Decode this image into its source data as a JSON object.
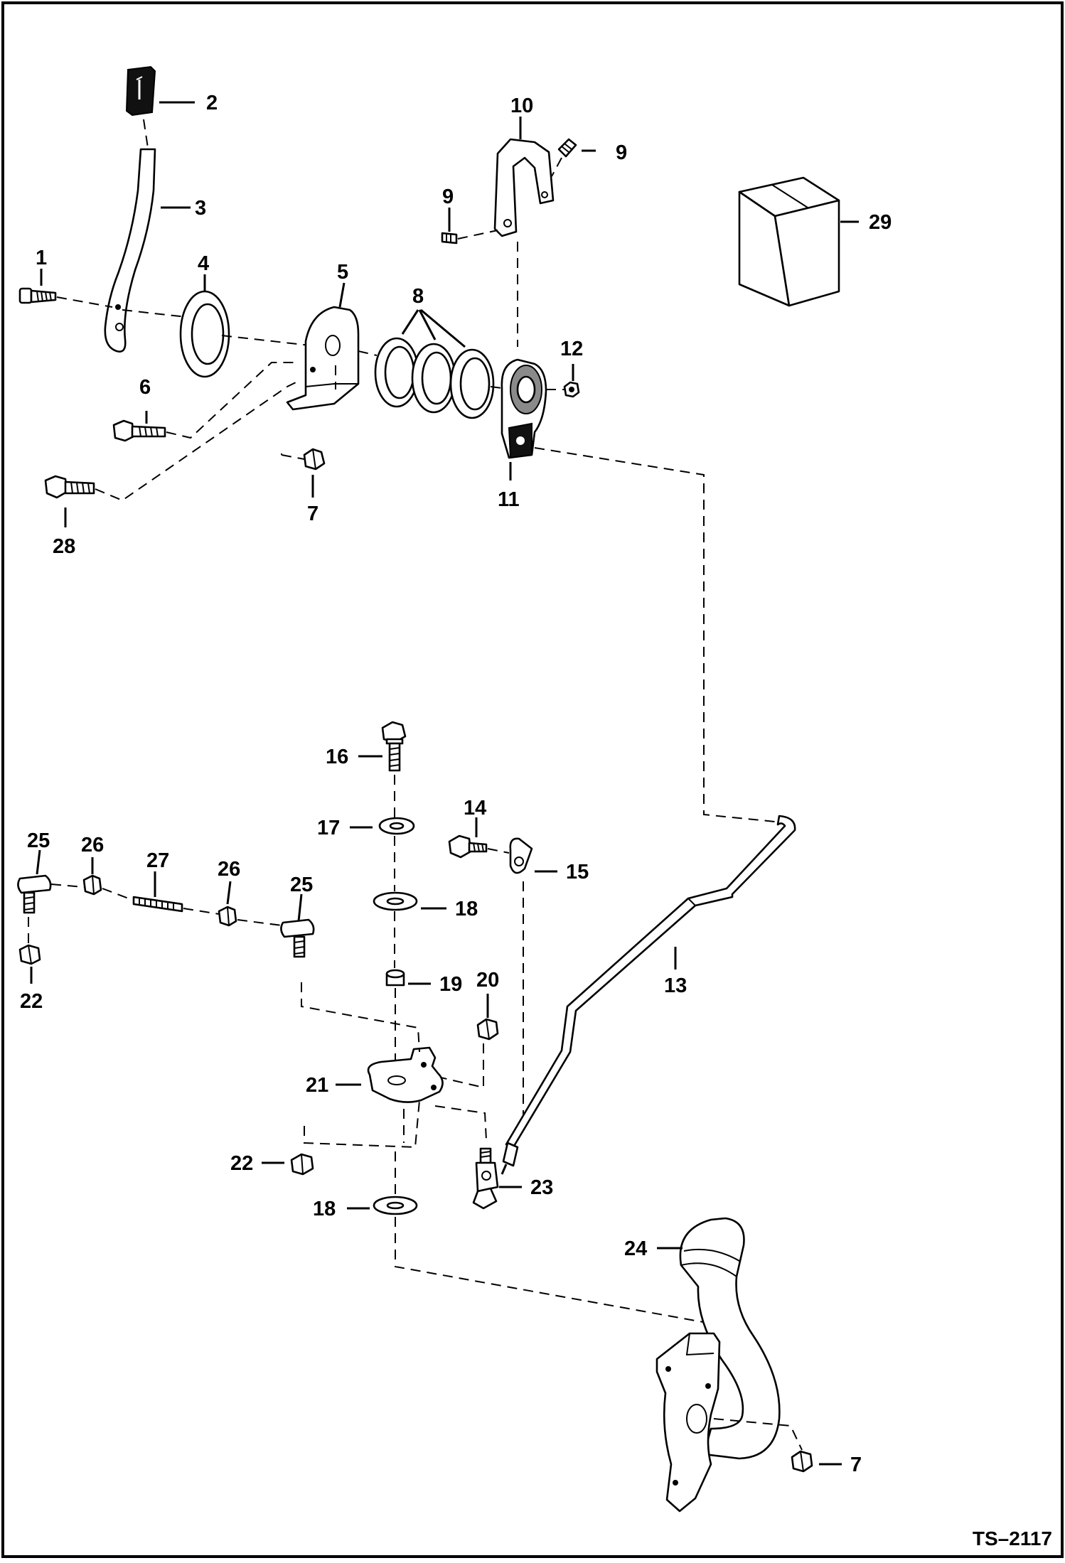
{
  "drawing": {
    "code": "TS–2117",
    "callouts": {
      "c1": "1",
      "c2": "2",
      "c3": "3",
      "c4": "4",
      "c5": "5",
      "c6": "6",
      "c7a": "7",
      "c7b": "7",
      "c8": "8",
      "c9a": "9",
      "c9b": "9",
      "c10": "10",
      "c11": "11",
      "c12": "12",
      "c13": "13",
      "c14": "14",
      "c15": "15",
      "c16": "16",
      "c17": "17",
      "c18a": "18",
      "c18b": "18",
      "c19": "19",
      "c20": "20",
      "c21": "21",
      "c22a": "22",
      "c22b": "22",
      "c23": "23",
      "c24": "24",
      "c25a": "25",
      "c25b": "25",
      "c26a": "26",
      "c26b": "26",
      "c27": "27",
      "c28": "28",
      "c29": "29"
    }
  }
}
